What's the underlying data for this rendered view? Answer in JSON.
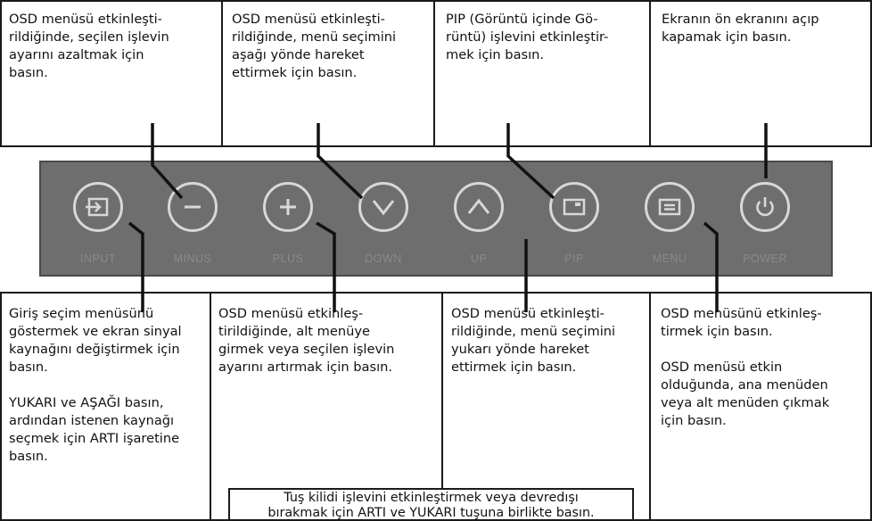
{
  "top_boxes": [
    {
      "text": "OSD menüsü etkinleşti-\nrildiğinde, seçilen işlevin\nayarını azaltmak için\nbasın."
    },
    {
      "text": "OSD menüsü etkinleşti-\nrildiğinde, menü seçimini\naşağı yönde hareket\nettirmek için basın."
    },
    {
      "text": "PIP (Görüntü içinde Gö-\nrüntü) işlevini etkinleştir-\nmek için basın."
    },
    {
      "text": "Ekranın ön ekranını açıp\nkapamak için basın."
    }
  ],
  "buttons": [
    {
      "label": "INPUT",
      "icon": "input-icon"
    },
    {
      "label": "MINUS",
      "icon": "minus-icon"
    },
    {
      "label": "PLUS",
      "icon": "plus-icon"
    },
    {
      "label": "DOWN",
      "icon": "chevron-down-icon"
    },
    {
      "label": "UP",
      "icon": "chevron-up-icon"
    },
    {
      "label": "PIP",
      "icon": "pip-icon"
    },
    {
      "label": "MENU",
      "icon": "menu-icon"
    },
    {
      "label": "POWER",
      "icon": "power-icon"
    }
  ],
  "bottom_boxes": [
    {
      "text": "Giriş seçim menüsünü\ngöstermek ve ekran sinyal\nkaynağını değiştirmek için\nbasın.",
      "text2": "YUKARI ve AŞAĞI basın,\nardından istenen kaynağı\nseçmek için ARTI işaretine\nbasın."
    },
    {
      "text": "OSD menüsü etkinleş-\ntirildiğinde, alt menüye\ngirmek veya seçilen işlevin\nayarını artırmak için basın."
    },
    {
      "text": "OSD menüsü etkinleşti-\nrildiğinde, menü seçimini\nyukarı yönde hareket\nettirmek için basın."
    },
    {
      "text": "OSD menüsünü etkinleş-\ntirmek için basın.",
      "text2": "OSD menüsü etkin\nolduğunda, ana menüden\nveya alt menüden çıkmak\niçin basın."
    }
  ],
  "key_lock_note": "Tuş kilidi işlevini etkinleştirmek veya devredışı\nbırakmak için ARTI ve YUKARI tuşuna birlikte basın."
}
